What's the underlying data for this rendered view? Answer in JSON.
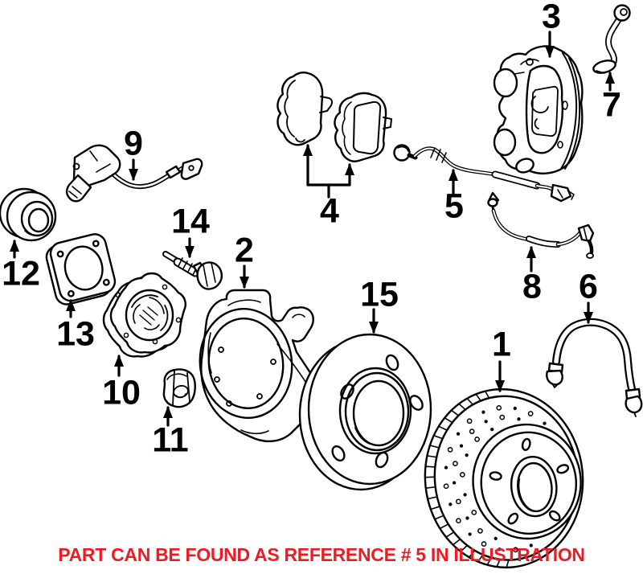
{
  "diagram": {
    "callouts": [
      {
        "num": "1"
      },
      {
        "num": "2"
      },
      {
        "num": "3"
      },
      {
        "num": "4"
      },
      {
        "num": "5"
      },
      {
        "num": "6"
      },
      {
        "num": "7"
      },
      {
        "num": "8"
      },
      {
        "num": "9"
      },
      {
        "num": "10"
      },
      {
        "num": "11"
      },
      {
        "num": "12"
      },
      {
        "num": "13"
      },
      {
        "num": "14"
      },
      {
        "num": "15"
      }
    ]
  },
  "footer": {
    "note": "PART CAN BE FOUND AS REFERENCE # 5 IN ILLUSTRATION"
  },
  "colors": {
    "background": "#FFFFFF",
    "line_art": "#000000",
    "note_text": "#ED1C24"
  }
}
